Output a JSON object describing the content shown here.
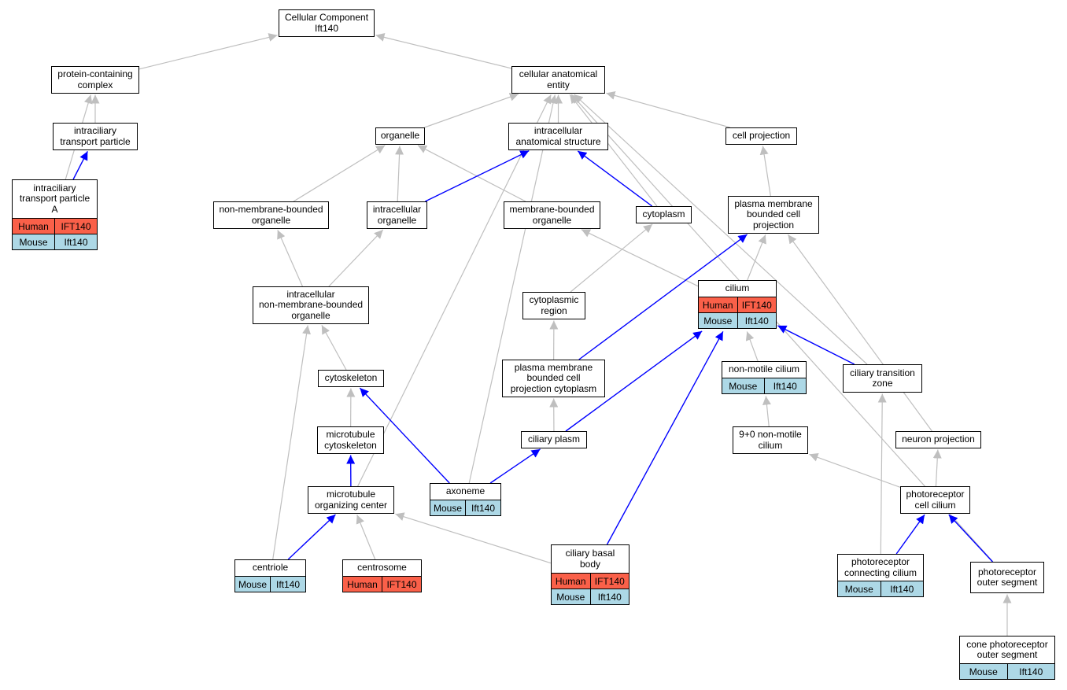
{
  "colors": {
    "human": "#fa6049",
    "mouse": "#add8e6",
    "gray_edge": "#bfbfbf",
    "blue_edge": "#0000ff"
  },
  "nodes": {
    "cellular_component": {
      "label": "Cellular Component\nIft140"
    },
    "protein_containing_complex": {
      "label": "protein-containing\ncomplex"
    },
    "cellular_anatomical_entity": {
      "label": "cellular anatomical\nentity"
    },
    "intraciliary_transport_particle": {
      "label": "intraciliary\ntransport particle"
    },
    "organelle": {
      "label": "organelle"
    },
    "intracellular_anatomical_structure": {
      "label": "intracellular\nanatomical structure"
    },
    "cell_projection": {
      "label": "cell projection"
    },
    "intraciliary_transport_particle_a": {
      "label": "intraciliary\ntransport particle\nA",
      "annotations": [
        {
          "species": "Human",
          "gene": "IFT140"
        },
        {
          "species": "Mouse",
          "gene": "Ift140"
        }
      ]
    },
    "non_membrane_bounded_organelle": {
      "label": "non-membrane-bounded\norganelle"
    },
    "intracellular_organelle": {
      "label": "intracellular\norganelle"
    },
    "membrane_bounded_organelle": {
      "label": "membrane-bounded\norganelle"
    },
    "cytoplasm": {
      "label": "cytoplasm"
    },
    "plasma_membrane_bounded_cell_projection": {
      "label": "plasma membrane\nbounded cell\nprojection"
    },
    "intracellular_non_membrane_bounded_organelle": {
      "label": "intracellular\nnon-membrane-bounded\norganelle"
    },
    "cytoplasmic_region": {
      "label": "cytoplasmic\nregion"
    },
    "cilium": {
      "label": "cilium",
      "annotations": [
        {
          "species": "Human",
          "gene": "IFT140"
        },
        {
          "species": "Mouse",
          "gene": "Ift140"
        }
      ]
    },
    "cytoskeleton": {
      "label": "cytoskeleton"
    },
    "pm_bounded_cell_projection_cytoplasm": {
      "label": "plasma membrane\nbounded cell\nprojection cytoplasm"
    },
    "non_motile_cilium": {
      "label": "non-motile cilium",
      "annotations": [
        {
          "species": "Mouse",
          "gene": "Ift140"
        }
      ]
    },
    "ciliary_transition_zone": {
      "label": "ciliary transition\nzone"
    },
    "microtubule_cytoskeleton": {
      "label": "microtubule\ncytoskeleton"
    },
    "ciliary_plasm": {
      "label": "ciliary plasm"
    },
    "nine_plus_zero_non_motile_cilium": {
      "label": "9+0 non-motile\ncilium"
    },
    "neuron_projection": {
      "label": "neuron projection"
    },
    "microtubule_organizing_center": {
      "label": "microtubule\norganizing center"
    },
    "axoneme": {
      "label": "axoneme",
      "annotations": [
        {
          "species": "Mouse",
          "gene": "Ift140"
        }
      ]
    },
    "photoreceptor_cell_cilium": {
      "label": "photoreceptor\ncell cilium"
    },
    "centriole": {
      "label": "centriole",
      "annotations": [
        {
          "species": "Mouse",
          "gene": "Ift140"
        }
      ]
    },
    "centrosome": {
      "label": "centrosome",
      "annotations": [
        {
          "species": "Human",
          "gene": "IFT140"
        }
      ]
    },
    "ciliary_basal_body": {
      "label": "ciliary basal\nbody",
      "annotations": [
        {
          "species": "Human",
          "gene": "IFT140"
        },
        {
          "species": "Mouse",
          "gene": "Ift140"
        }
      ]
    },
    "photoreceptor_connecting_cilium": {
      "label": "photoreceptor\nconnecting cilium",
      "annotations": [
        {
          "species": "Mouse",
          "gene": "Ift140"
        }
      ]
    },
    "photoreceptor_outer_segment": {
      "label": "photoreceptor\nouter segment"
    },
    "cone_photoreceptor_outer_segment": {
      "label": "cone photoreceptor\nouter segment",
      "annotations": [
        {
          "species": "Mouse",
          "gene": "Ift140"
        }
      ]
    }
  },
  "edges": [
    {
      "from": "protein_containing_complex",
      "to": "cellular_component",
      "kind": "is_a"
    },
    {
      "from": "cellular_anatomical_entity",
      "to": "cellular_component",
      "kind": "is_a"
    },
    {
      "from": "intraciliary_transport_particle",
      "to": "protein_containing_complex",
      "kind": "is_a"
    },
    {
      "from": "intraciliary_transport_particle_a",
      "to": "protein_containing_complex",
      "kind": "is_a"
    },
    {
      "from": "intraciliary_transport_particle_a",
      "to": "intraciliary_transport_particle",
      "kind": "part_of"
    },
    {
      "from": "organelle",
      "to": "cellular_anatomical_entity",
      "kind": "is_a"
    },
    {
      "from": "intracellular_anatomical_structure",
      "to": "cellular_anatomical_entity",
      "kind": "is_a"
    },
    {
      "from": "cell_projection",
      "to": "cellular_anatomical_entity",
      "kind": "is_a"
    },
    {
      "from": "cytoplasm",
      "to": "cellular_anatomical_entity",
      "kind": "is_a"
    },
    {
      "from": "microtubule_organizing_center",
      "to": "cellular_anatomical_entity",
      "kind": "is_a"
    },
    {
      "from": "axoneme",
      "to": "cellular_anatomical_entity",
      "kind": "is_a"
    },
    {
      "from": "ciliary_transition_zone",
      "to": "cellular_anatomical_entity",
      "kind": "is_a"
    },
    {
      "from": "photoreceptor_outer_segment",
      "to": "cellular_anatomical_entity",
      "kind": "is_a"
    },
    {
      "from": "non_membrane_bounded_organelle",
      "to": "organelle",
      "kind": "is_a"
    },
    {
      "from": "intracellular_organelle",
      "to": "organelle",
      "kind": "is_a"
    },
    {
      "from": "membrane_bounded_organelle",
      "to": "organelle",
      "kind": "is_a"
    },
    {
      "from": "intracellular_organelle",
      "to": "intracellular_anatomical_structure",
      "kind": "part_of"
    },
    {
      "from": "cytoplasm",
      "to": "intracellular_anatomical_structure",
      "kind": "part_of"
    },
    {
      "from": "plasma_membrane_bounded_cell_projection",
      "to": "cell_projection",
      "kind": "is_a"
    },
    {
      "from": "intracellular_non_membrane_bounded_organelle",
      "to": "non_membrane_bounded_organelle",
      "kind": "is_a"
    },
    {
      "from": "intracellular_non_membrane_bounded_organelle",
      "to": "intracellular_organelle",
      "kind": "is_a"
    },
    {
      "from": "cilium",
      "to": "membrane_bounded_organelle",
      "kind": "is_a"
    },
    {
      "from": "cilium",
      "to": "plasma_membrane_bounded_cell_projection",
      "kind": "is_a"
    },
    {
      "from": "cytoplasmic_region",
      "to": "cytoplasm",
      "kind": "is_a"
    },
    {
      "from": "pm_bounded_cell_projection_cytoplasm",
      "to": "plasma_membrane_bounded_cell_projection",
      "kind": "part_of"
    },
    {
      "from": "neuron_projection",
      "to": "plasma_membrane_bounded_cell_projection",
      "kind": "is_a"
    },
    {
      "from": "cytoskeleton",
      "to": "intracellular_non_membrane_bounded_organelle",
      "kind": "is_a"
    },
    {
      "from": "centriole",
      "to": "intracellular_non_membrane_bounded_organelle",
      "kind": "is_a"
    },
    {
      "from": "pm_bounded_cell_projection_cytoplasm",
      "to": "cytoplasmic_region",
      "kind": "is_a"
    },
    {
      "from": "ciliary_plasm",
      "to": "cilium",
      "kind": "part_of"
    },
    {
      "from": "ciliary_basal_body",
      "to": "cilium",
      "kind": "part_of"
    },
    {
      "from": "ciliary_transition_zone",
      "to": "cilium",
      "kind": "part_of"
    },
    {
      "from": "non_motile_cilium",
      "to": "cilium",
      "kind": "is_a"
    },
    {
      "from": "microtubule_cytoskeleton",
      "to": "cytoskeleton",
      "kind": "is_a"
    },
    {
      "from": "axoneme",
      "to": "cytoskeleton",
      "kind": "part_of"
    },
    {
      "from": "ciliary_plasm",
      "to": "pm_bounded_cell_projection_cytoplasm",
      "kind": "is_a"
    },
    {
      "from": "nine_plus_zero_non_motile_cilium",
      "to": "non_motile_cilium",
      "kind": "is_a"
    },
    {
      "from": "photoreceptor_connecting_cilium",
      "to": "ciliary_transition_zone",
      "kind": "is_a"
    },
    {
      "from": "microtubule_organizing_center",
      "to": "microtubule_cytoskeleton",
      "kind": "part_of"
    },
    {
      "from": "axoneme",
      "to": "ciliary_plasm",
      "kind": "part_of"
    },
    {
      "from": "photoreceptor_cell_cilium",
      "to": "nine_plus_zero_non_motile_cilium",
      "kind": "is_a"
    },
    {
      "from": "photoreceptor_cell_cilium",
      "to": "neuron_projection",
      "kind": "is_a"
    },
    {
      "from": "centriole",
      "to": "microtubule_organizing_center",
      "kind": "part_of"
    },
    {
      "from": "centrosome",
      "to": "microtubule_organizing_center",
      "kind": "is_a"
    },
    {
      "from": "ciliary_basal_body",
      "to": "microtubule_organizing_center",
      "kind": "is_a"
    },
    {
      "from": "photoreceptor_connecting_cilium",
      "to": "photoreceptor_cell_cilium",
      "kind": "part_of"
    },
    {
      "from": "photoreceptor_outer_segment",
      "to": "photoreceptor_cell_cilium",
      "kind": "part_of"
    },
    {
      "from": "cone_photoreceptor_outer_segment",
      "to": "photoreceptor_outer_segment",
      "kind": "is_a"
    }
  ]
}
